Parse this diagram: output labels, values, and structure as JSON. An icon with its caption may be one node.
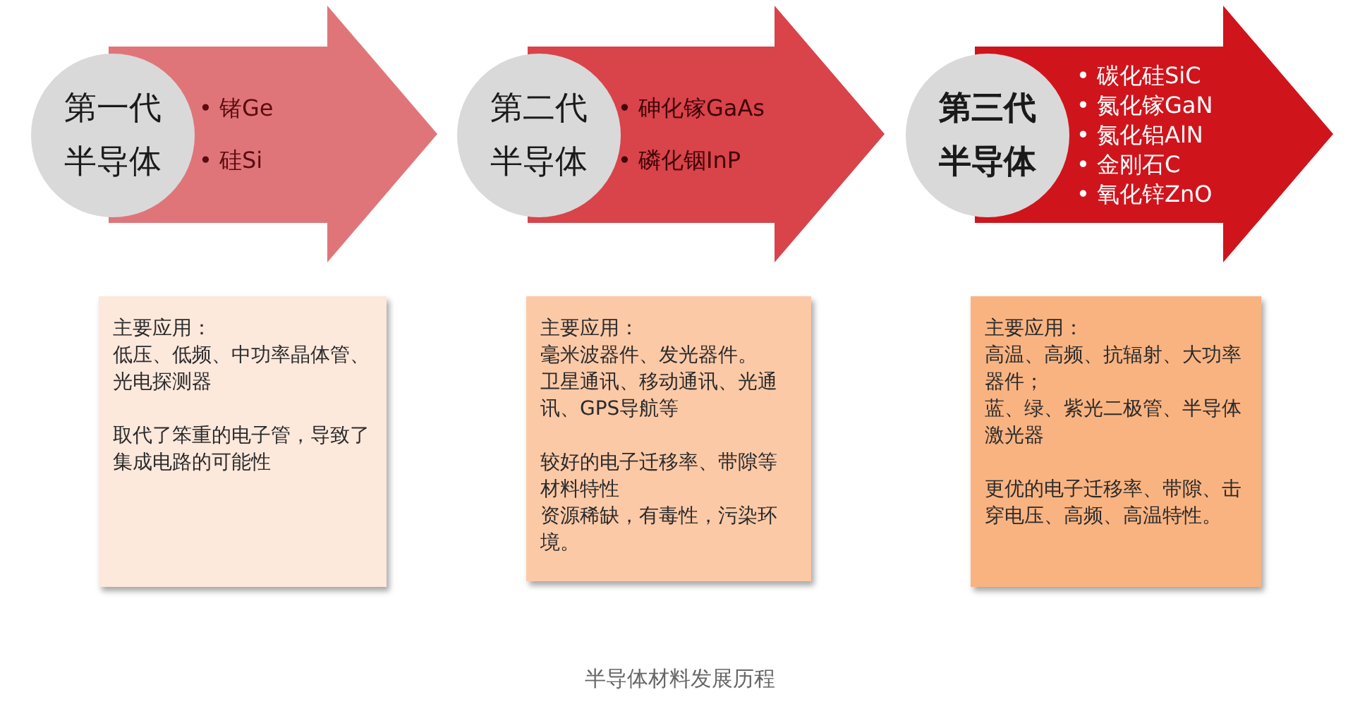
{
  "diagram": {
    "caption": "半导体材料发展历程",
    "nodes": [
      {
        "text": [
          "第一代半导体"
        ]
      },
      {
        "text": [
          "• 锗Ge",
          "• 硅Si"
        ]
      },
      {
        "text": [
          "第二代半导体"
        ]
      },
      {
        "text": [
          "• 砷化镓GaAs",
          "• 磷化铟InP"
        ]
      },
      {
        "text": [
          "第三代半导体"
        ]
      },
      {
        "text": [
          "• 碳化硅SiC",
          "• 氮化镓GaN",
          "• 氮化铝AlN",
          "• 金刚石C",
          "• 氧化锌ZnO"
        ]
      },
      {
        "text": [
          "主要应用：",
          "低压、低频、中功率晶体管、光电探测器",
          "取代了笨重的电子管，导致了集成电路的可能性"
        ]
      },
      {
        "text": [
          "主要应用：",
          "毫米波器件、发光器件。",
          "卫星通讯、移动通讯、光通讯、GPS导航等",
          "较好的电子迁移率、带隙等材料特性",
          "资源稀缺，有毒性，污染环境。"
        ]
      },
      {
        "text": [
          "主要应用：",
          "高温、高频、抗辐射、大功率器件；",
          "蓝、绿、紫光二极管、半导体激光器",
          "更优的电子迁移率、带隙、击穿电压、高频、高温特性。"
        ]
      }
    ],
    "edges": []
  }
}
